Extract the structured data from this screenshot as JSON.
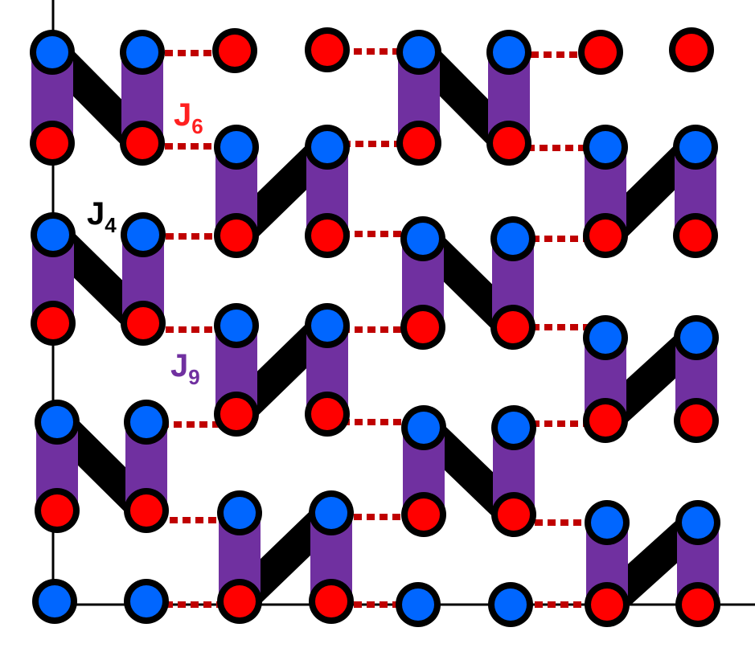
{
  "labels": {
    "j6": {
      "main": "J",
      "sub": "6"
    },
    "j4": {
      "main": "J",
      "sub": "4"
    },
    "j9": {
      "main": "J",
      "sub": "9"
    }
  },
  "colors": {
    "purple_bond": "#7030a0",
    "black_bond": "#000000",
    "dotted_bond": "#c00000",
    "spin_up": "#0066ff",
    "spin_down": "#ff0000",
    "outline": "#000000",
    "j6_label": "#ff2020",
    "j4_label": "#000000",
    "j9_label": "#7030a0"
  }
}
